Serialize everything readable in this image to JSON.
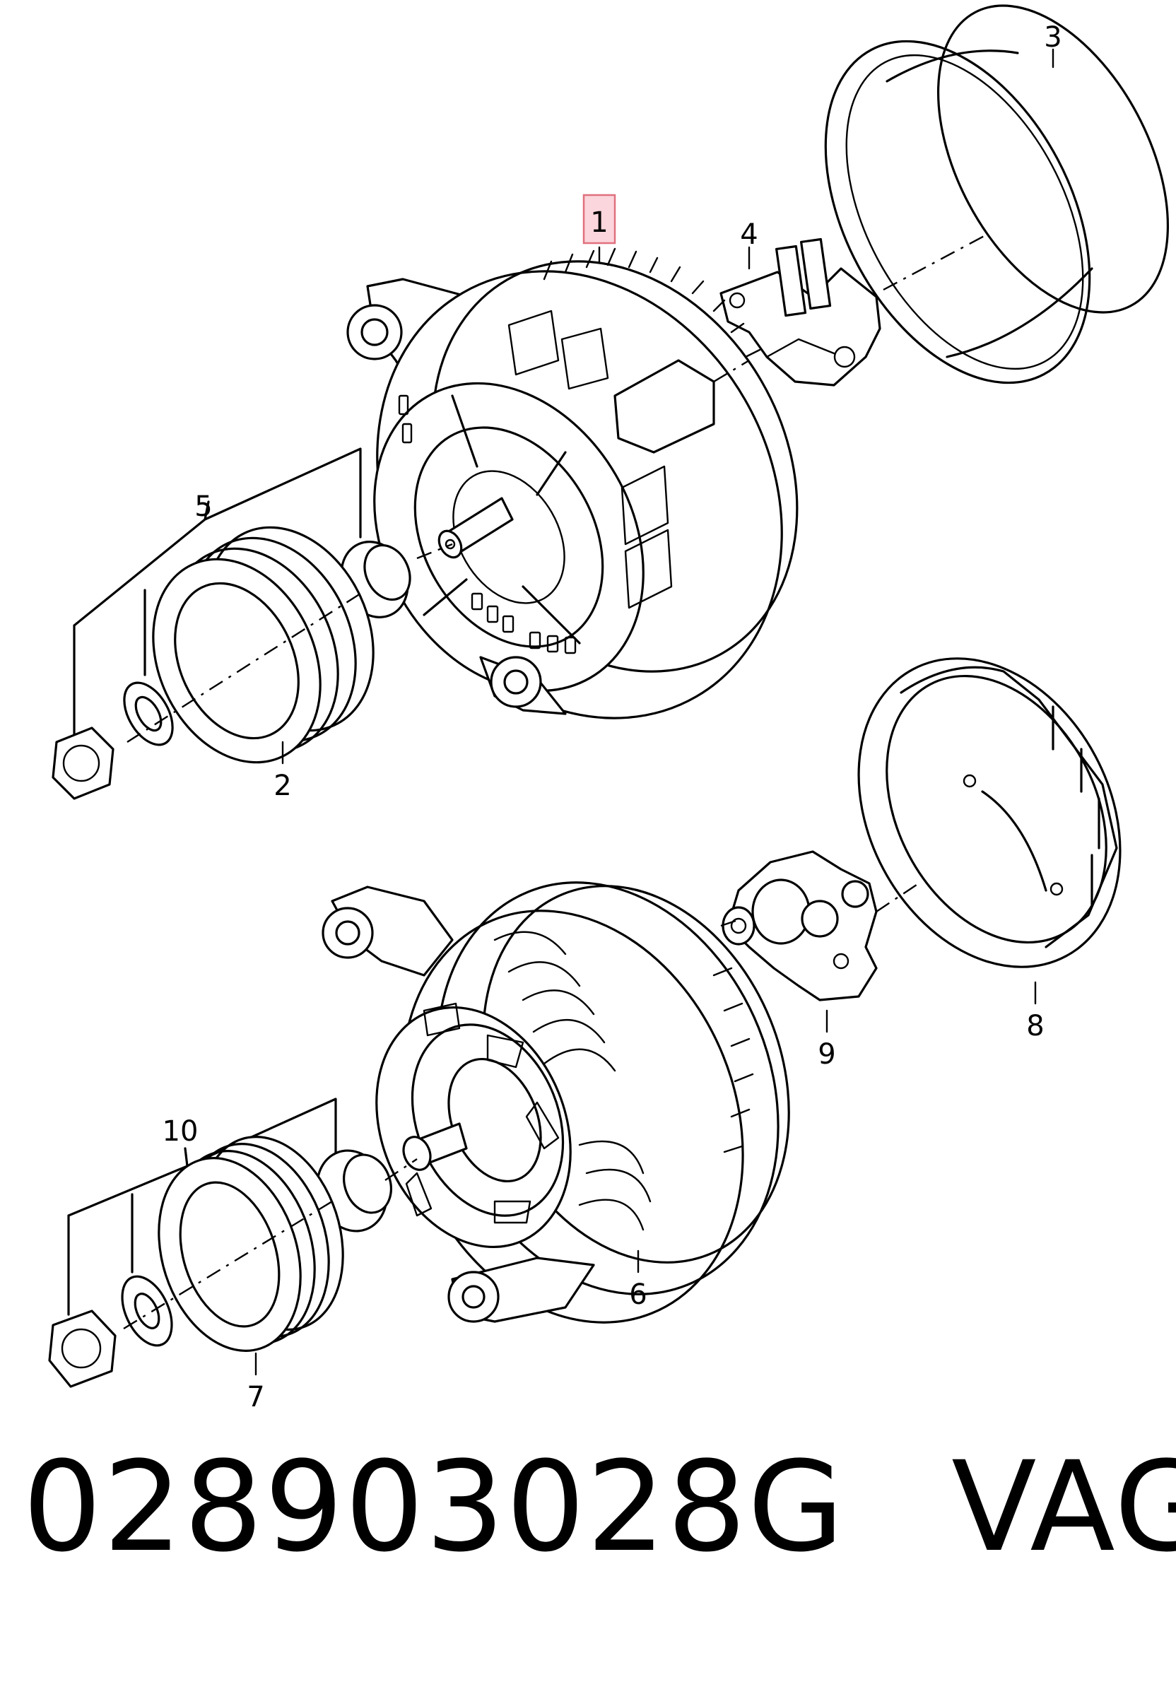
{
  "callouts": {
    "c1": "1",
    "c2": "2",
    "c3": "3",
    "c4": "4",
    "c5": "5",
    "c6": "6",
    "c7": "7",
    "c8": "8",
    "c9": "9",
    "c10": "10"
  },
  "highlighted_callout": "1",
  "highlight_color": "#fbd6dc",
  "caption": {
    "part_number": "028903028G",
    "brand": "VAG"
  }
}
